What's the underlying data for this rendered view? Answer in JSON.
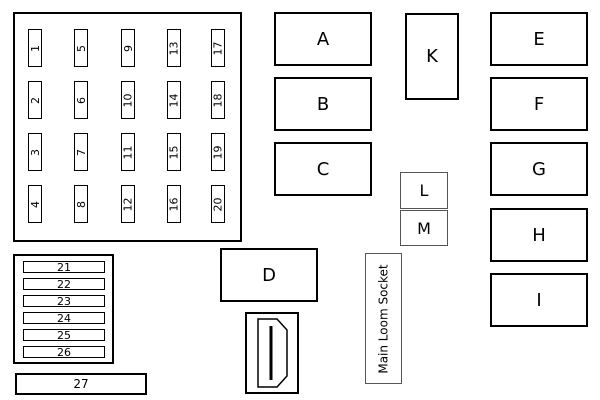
{
  "fuse_block_large": {
    "fuses": [
      "1",
      "2",
      "3",
      "4",
      "5",
      "6",
      "7",
      "8",
      "9",
      "10",
      "11",
      "12",
      "13",
      "14",
      "15",
      "16",
      "17",
      "18",
      "19",
      "20"
    ]
  },
  "fuse_block_small": {
    "fuses": [
      "21",
      "22",
      "23",
      "24",
      "25",
      "26"
    ]
  },
  "fuse_27": "27",
  "relays": {
    "A": "A",
    "B": "B",
    "C": "C",
    "D": "D",
    "E": "E",
    "F": "F",
    "G": "G",
    "H": "H",
    "I": "I",
    "K": "K",
    "L": "L",
    "M": "M"
  },
  "main_loom_socket": "Main Loom Socket"
}
